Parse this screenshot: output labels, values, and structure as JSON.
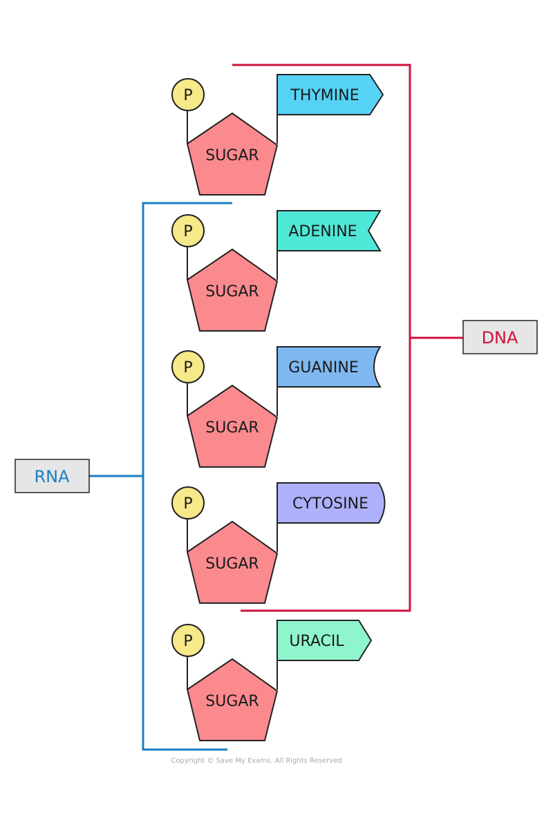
{
  "diagram": {
    "nucleotides": [
      {
        "phosphate_label": "P",
        "sugar_label": "SUGAR",
        "base_label": "THYMINE",
        "base_color": "#55d3f5",
        "base_shape": "arrow"
      },
      {
        "phosphate_label": "P",
        "sugar_label": "SUGAR",
        "base_label": "ADENINE",
        "base_color": "#4fe8d6",
        "base_shape": "notch"
      },
      {
        "phosphate_label": "P",
        "sugar_label": "SUGAR",
        "base_label": "GUANINE",
        "base_color": "#7fb8f0",
        "base_shape": "concave"
      },
      {
        "phosphate_label": "P",
        "sugar_label": "SUGAR",
        "base_label": "CYTOSINE",
        "base_color": "#aeb0fb",
        "base_shape": "round"
      },
      {
        "phosphate_label": "P",
        "sugar_label": "SUGAR",
        "base_label": "URACIL",
        "base_color": "#8ef5cc",
        "base_shape": "arrow"
      }
    ],
    "dna_label": "DNA",
    "rna_label": "RNA",
    "copyright": "Copyright © Save My Exams. All Rights Reserved",
    "colors": {
      "dna": "#d0103a",
      "rna": "#1a7fc1",
      "sugar": "#fb8a8f",
      "phosphate": "#f7e98a",
      "label_box": "#e6e6e6"
    }
  }
}
